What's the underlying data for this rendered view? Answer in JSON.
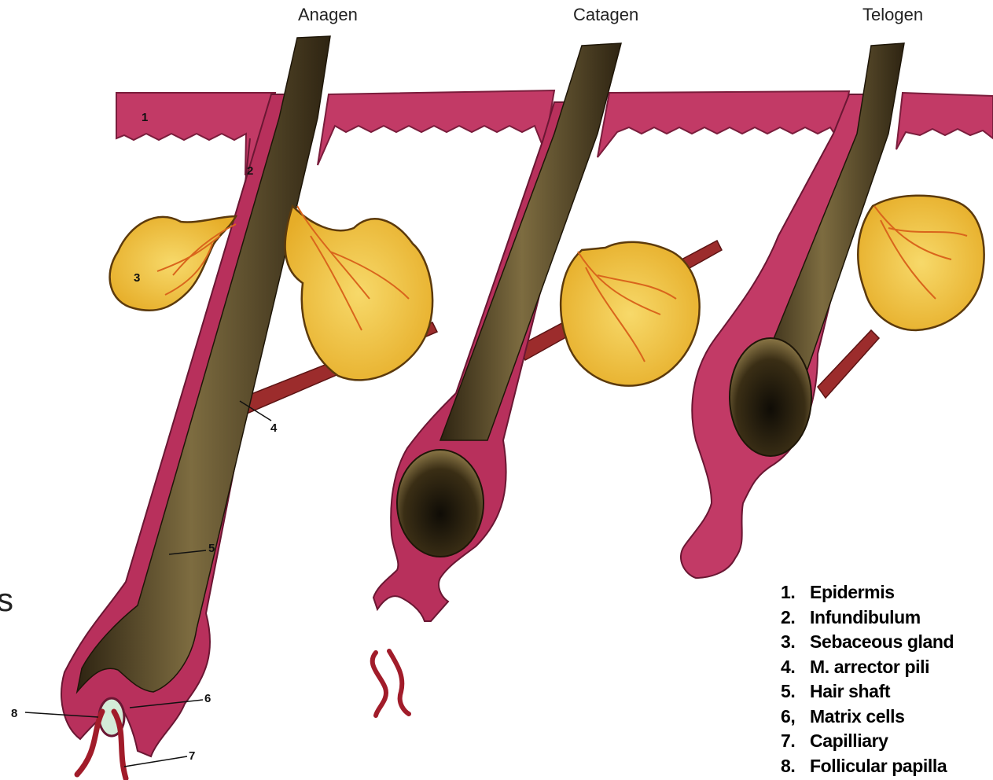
{
  "stages": [
    "Anagen",
    "Catagen",
    "Telogen"
  ],
  "callouts": [
    "1",
    "2",
    "3",
    "4",
    "5",
    "6",
    "7",
    "8"
  ],
  "legend": [
    {
      "num": "1.",
      "label": "Epidermis"
    },
    {
      "num": "2.",
      "label": "Infundibulum"
    },
    {
      "num": "3.",
      "label": "Sebaceous gland"
    },
    {
      "num": "4.",
      "label": "M. arrector pili"
    },
    {
      "num": "5.",
      "label": "Hair shaft"
    },
    {
      "num": "6,",
      "label": "Matrix cells"
    },
    {
      "num": "7.",
      "label": "Capilliary"
    },
    {
      "num": "8.",
      "label": "Follicular papilla"
    }
  ],
  "edge_fragment": "s",
  "colors": {
    "skin": "#b8305c",
    "skin_light": "#d9779a",
    "hair": "#4a3a1e",
    "hair_light": "#8a7a4a",
    "gland": "#f0c436",
    "gland_vein": "#d9651c",
    "capillary": "#a11c2a"
  }
}
